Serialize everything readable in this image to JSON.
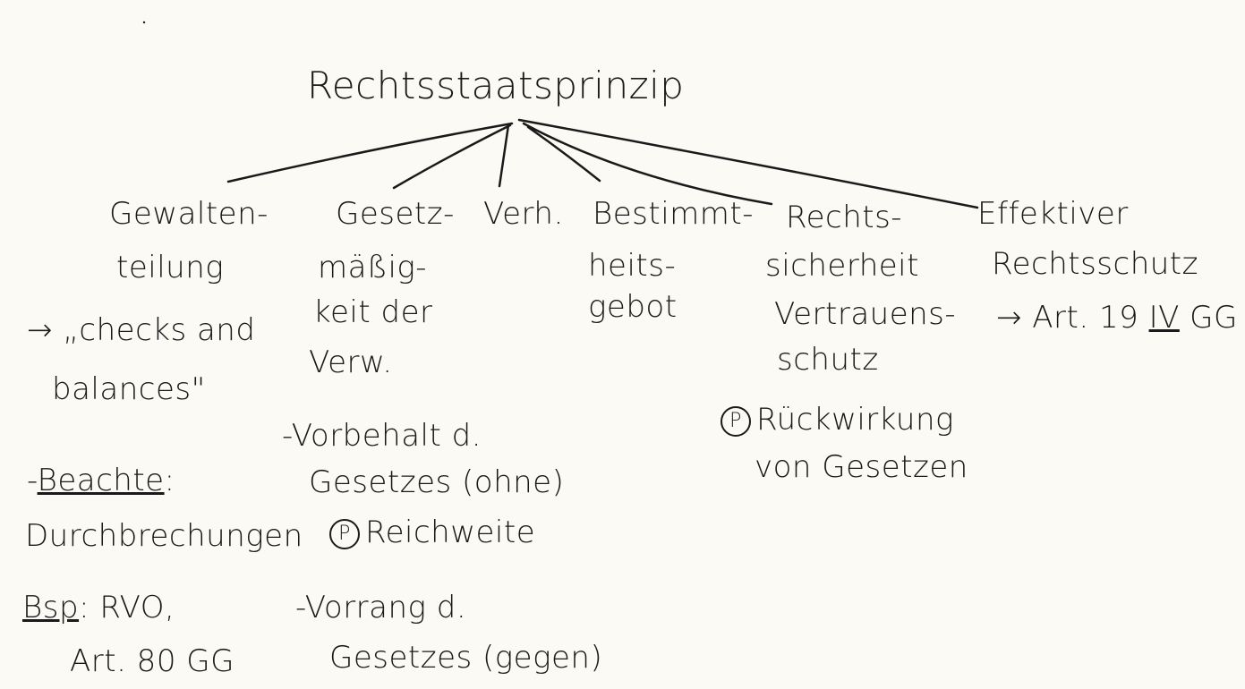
{
  "title": "Rechtsstaatsprinzip",
  "branches": [
    {
      "lines": [
        "Gewalten-",
        "teilung"
      ]
    },
    {
      "lines": [
        "Gesetz-",
        "mäßig-",
        "keit der",
        "Verw."
      ]
    },
    {
      "lines": [
        "Verh."
      ]
    },
    {
      "lines": [
        "Bestimmt-",
        "heits-",
        "gebot"
      ]
    },
    {
      "lines": [
        "Rechts-",
        "sicherheit",
        "Vertrauens-",
        "schutz"
      ]
    },
    {
      "lines": [
        "Effektiver",
        "Rechtsschutz"
      ]
    }
  ],
  "gewaltenteilung_notes": {
    "checks": [
      "→ „checks and",
      "balances\""
    ],
    "beachte_dash": "-",
    "beachte": "Beachte",
    "beachte_colon": ":",
    "durchbrechungen": "Durchbrechungen",
    "bsp_label": "Bsp",
    "bsp_rest": ": RVO,",
    "art": "Art. 80 GG"
  },
  "gesetzmaessigkeit_notes": {
    "vorbehalt": [
      "-Vorbehalt d.",
      "Gesetzes (ohne)"
    ],
    "problem_symbol": "P",
    "reichweite": "Reichweite",
    "vorrang": [
      "-Vorrang d.",
      "Gesetzes (gegen)"
    ]
  },
  "rechtssicherheit_notes": {
    "problem_symbol": "P",
    "rueckwirkung": [
      "Rückwirkung",
      "von Gesetzen"
    ]
  },
  "rechtsschutz_notes": {
    "arrow": "→ Art. 19",
    "roman": "IV",
    "gg": "GG"
  }
}
